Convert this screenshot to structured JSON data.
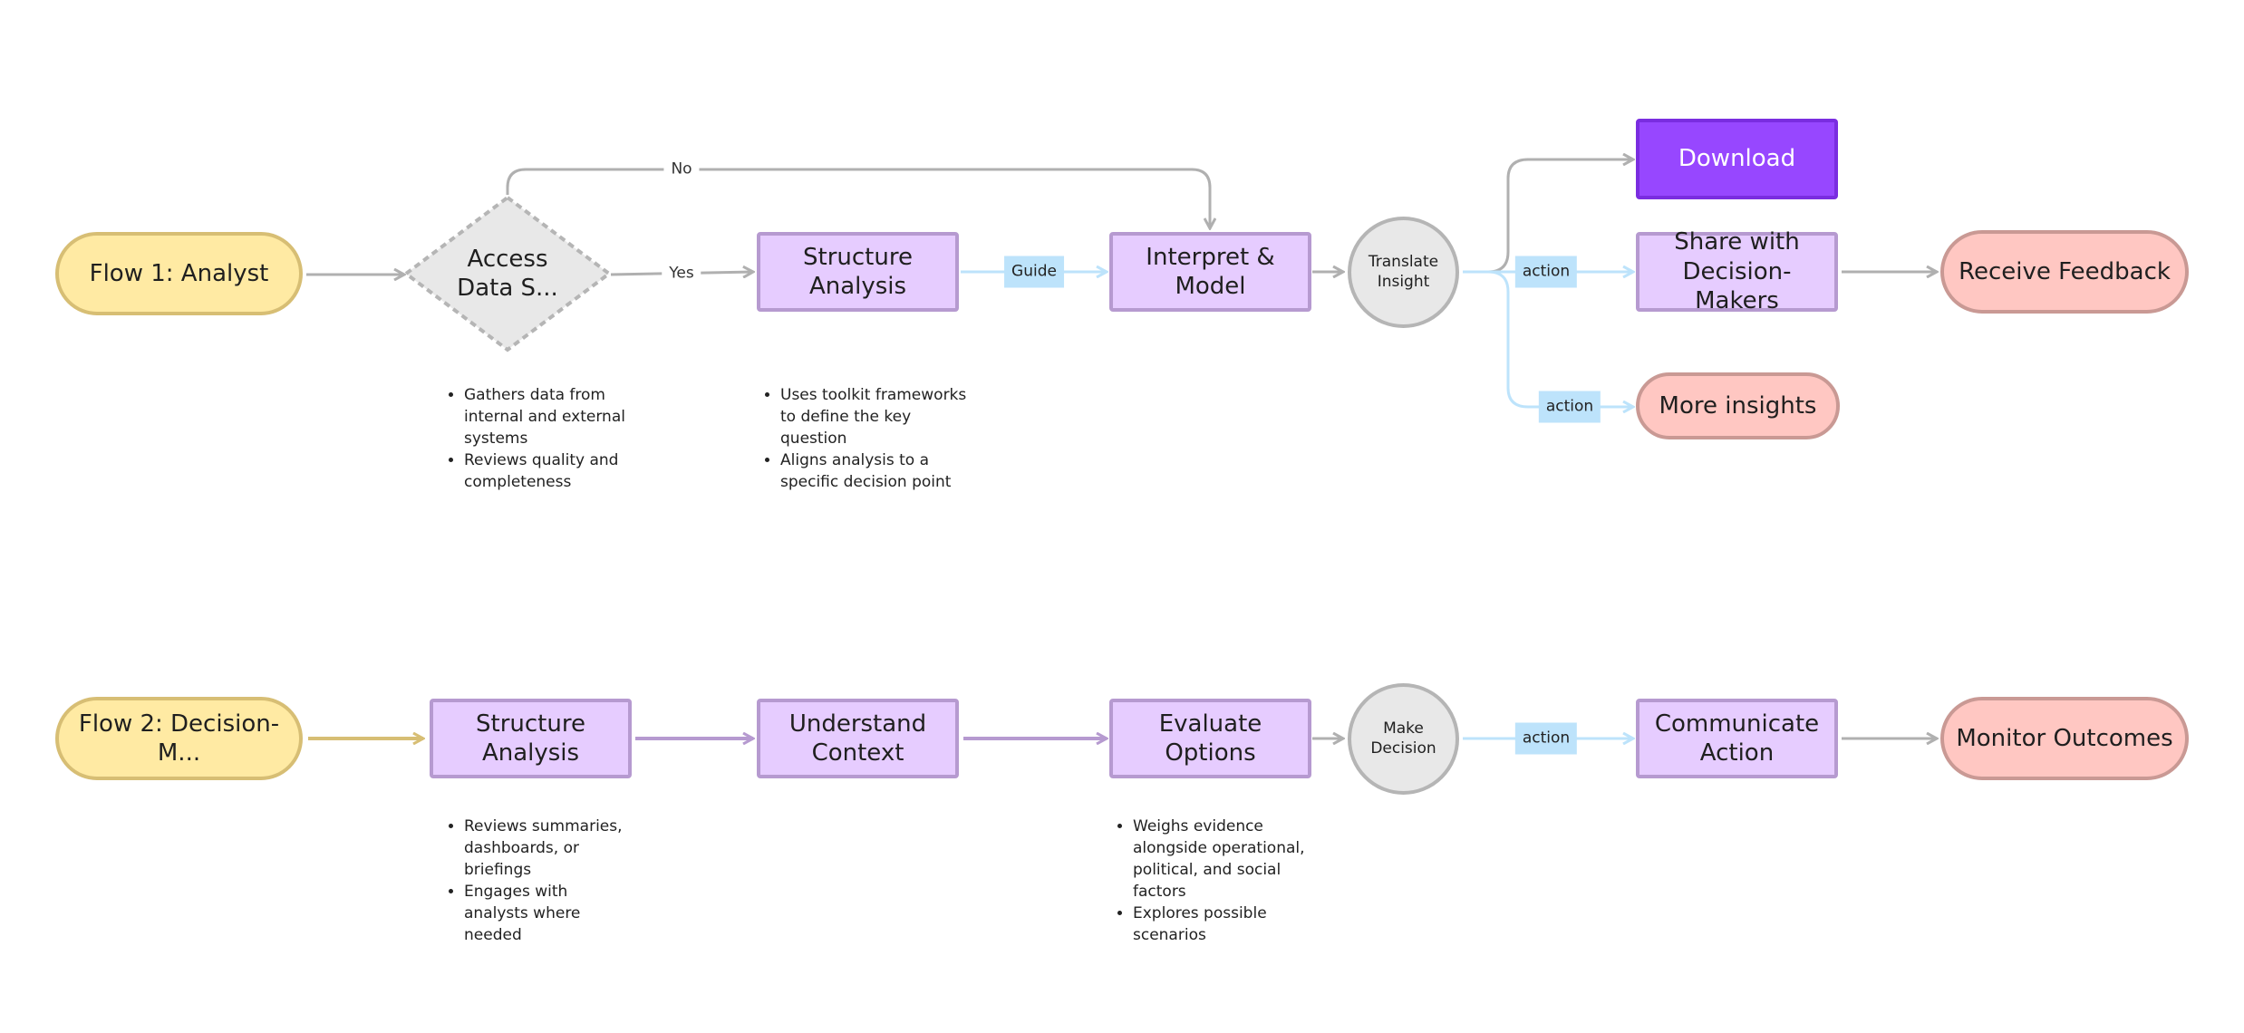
{
  "colors": {
    "terminal_start": "#ffeaa3",
    "terminal_end": "#ffc7c2",
    "process": "#e6ccff",
    "process_highlight": "#9747ff",
    "decision": "#e8e8e8",
    "edge_gray": "#b0b0b0",
    "edge_blue": "#bde3fb",
    "edge_purple": "#b69ad0",
    "edge_gold": "#d7be74"
  },
  "flow1": {
    "start": "Flow 1: Analyst",
    "decision": "Access\nData S...",
    "structure": "Structure Analysis",
    "interpret": "Interpret & Model",
    "translate": "Translate\nInsight",
    "download": "Download",
    "share": "Share with\nDecision-Makers",
    "more": "More insights",
    "feedback": "Receive Feedback",
    "labels": {
      "no": "No",
      "yes": "Yes",
      "guide": "Guide",
      "action_share": "action",
      "action_more": "action"
    },
    "notes": {
      "access": [
        "Gathers data from internal and external systems",
        "Reviews quality and completeness"
      ],
      "structure": [
        "Uses toolkit frameworks to define the key question",
        "Aligns analysis to a specific decision point"
      ]
    }
  },
  "flow2": {
    "start": "Flow 2: Decision-M...",
    "structure": "Structure Analysis",
    "understand": "Understand\nContext",
    "evaluate": "Evaluate Options",
    "decision": "Make\nDecision",
    "communicate": "Communicate\nAction",
    "monitor": "Monitor Outcomes",
    "labels": {
      "action": "action"
    },
    "notes": {
      "structure": [
        "Reviews summaries, dashboards, or briefings",
        "Engages with analysts where needed"
      ],
      "evaluate": [
        "Weighs evidence alongside operational, political, and social factors",
        "Explores possible scenarios"
      ]
    }
  }
}
